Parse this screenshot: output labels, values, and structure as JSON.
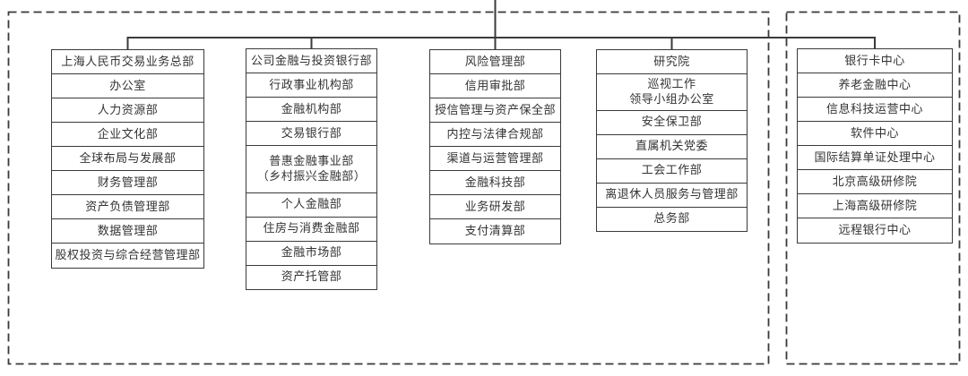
{
  "colors": {
    "background": "#ffffff",
    "line": "#3a3a3a",
    "box_border": "#3a3a3a",
    "text": "#333333"
  },
  "chart_data": {
    "type": "org-chart",
    "title": "",
    "layout_hint": "five columns of department boxes hang from one horizontal connector fed by a trunk line from above; columns 1-4 sit inside a left dashed frame, column 5 sits inside a separate right dashed frame",
    "frames": [
      {
        "id": "main-dashed-frame",
        "columns": [
          0,
          1,
          2,
          3
        ]
      },
      {
        "id": "right-dashed-frame",
        "columns": [
          4
        ]
      }
    ],
    "columns": [
      {
        "items": [
          "上海人民币交易业务总部",
          "办公室",
          "人力资源部",
          "企业文化部",
          "全球布局与发展部",
          "财务管理部",
          "资产负债管理部",
          "数据管理部",
          "股权投资与综合经营管理部"
        ]
      },
      {
        "items": [
          "公司金融与投资银行部",
          "行政事业机构部",
          "金融机构部",
          "交易银行部",
          "普惠金融事业部\n（乡村振兴金融部）",
          "个人金融部",
          "住房与消费金融部",
          "金融市场部",
          "资产托管部"
        ]
      },
      {
        "items": [
          "风险管理部",
          "信用审批部",
          "授信管理与资产保全部",
          "内控与法律合规部",
          "渠道与运营管理部",
          "金融科技部",
          "业务研发部",
          "支付清算部"
        ]
      },
      {
        "items": [
          "研究院",
          "巡视工作\n领导小组办公室",
          "安全保卫部",
          "直属机关党委",
          "工会工作部",
          "离退休人员服务与管理部",
          "总务部"
        ]
      },
      {
        "items": [
          "银行卡中心",
          "养老金融中心",
          "信息科技运营中心",
          "软件中心",
          "国际结算单证处理中心",
          "北京高级研修院",
          "上海高级研修院",
          "远程银行中心"
        ]
      }
    ]
  }
}
